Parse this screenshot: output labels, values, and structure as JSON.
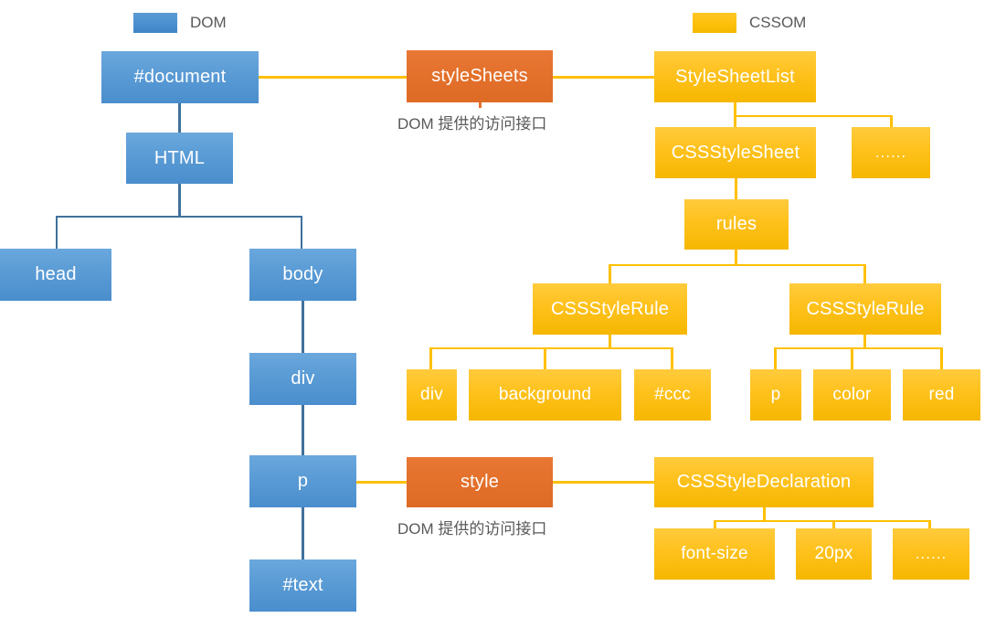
{
  "legend": {
    "dom": {
      "label": "DOM",
      "color": "#5a9bd5"
    },
    "cssom": {
      "label": "CSSOM",
      "color": "#ffc000"
    }
  },
  "colors": {
    "dom_blue": "#5a9bd5",
    "dom_line": "#41719c",
    "cssom_yellow": "#ffc000",
    "interface_orange": "#e3702b",
    "text_gray": "#595959"
  },
  "dom_tree": {
    "document": "#document",
    "html": "HTML",
    "head": "head",
    "body": "body",
    "div": "div",
    "p": "p",
    "text": "#text"
  },
  "interfaces": {
    "stylesheets": {
      "label": "styleSheets",
      "caption": "DOM 提供的访问接口"
    },
    "style": {
      "label": "style",
      "caption": "DOM 提供的访问接口"
    }
  },
  "cssom_tree": {
    "stylesheetlist": "StyleSheetList",
    "cssstylesheet": "CSSStyleSheet",
    "stylesheetlist_more": "......",
    "rules": "rules",
    "rule_left": "CSSStyleRule",
    "rule_right": "CSSStyleRule",
    "rule_left_children": [
      "div",
      "background",
      "#ccc"
    ],
    "rule_right_children": [
      "p",
      "color",
      "red"
    ],
    "cssstyledeclaration": "CSSStyleDeclaration",
    "declaration_children": [
      "font-size",
      "20px",
      "......"
    ]
  }
}
